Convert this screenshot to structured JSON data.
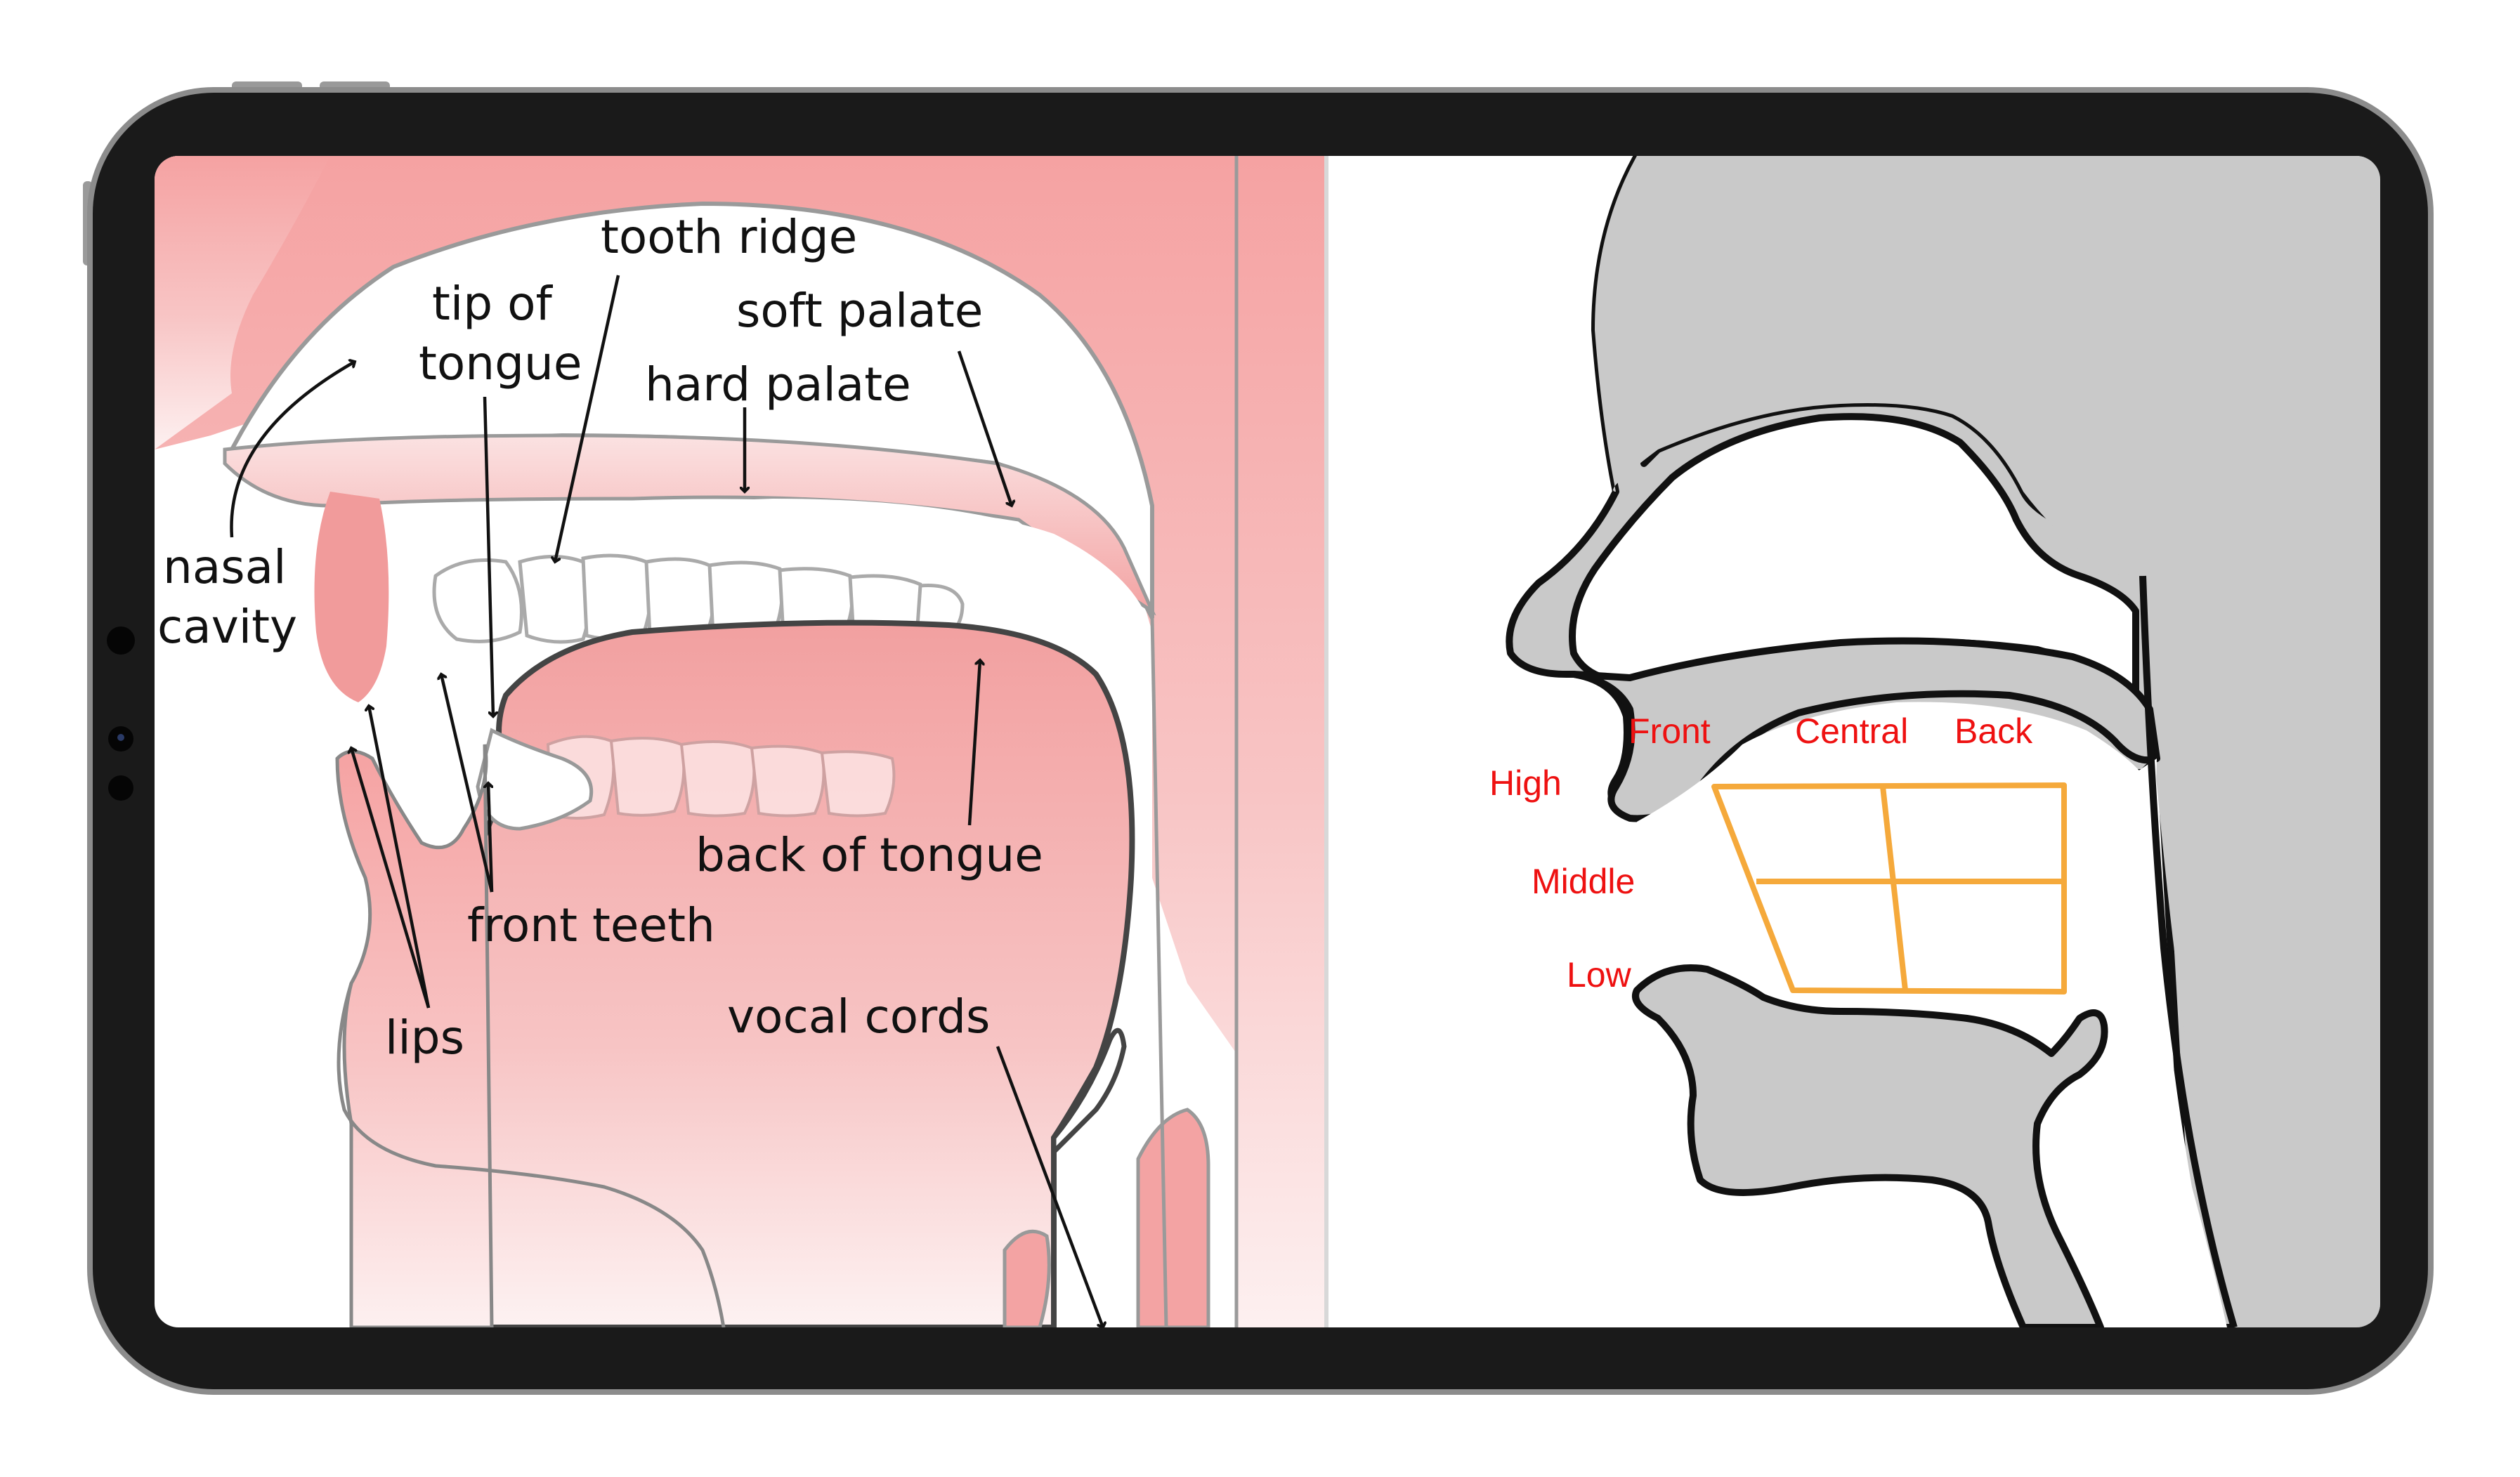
{
  "colors": {
    "bezel": "#1a1a1a",
    "frame": "#8c8c8c",
    "screen_bg": "#ffffff",
    "flesh": "#f3a3a3",
    "flesh_light": "#fde8e8",
    "tooth": "#ffffff",
    "outline_gray": "#9a9a9a",
    "outline_dark": "#444444",
    "head_gray": "#c9c9c9",
    "grid_orange": "#f5a93b",
    "label_red": "#ee1111"
  },
  "left_diagram": {
    "labels": {
      "tooth_ridge": "tooth ridge",
      "tip_of": "tip of",
      "tongue": "tongue",
      "soft_palate": "soft palate",
      "hard_palate": "hard palate",
      "nasal": "nasal",
      "cavity": "cavity",
      "back_of_tongue": "back of tongue",
      "front_teeth": "front teeth",
      "lips": "lips",
      "vocal_cords": "vocal cords"
    }
  },
  "right_diagram": {
    "vowel_labels": {
      "front": "Front",
      "central": "Central",
      "back": "Back",
      "high": "High",
      "middle": "Middle",
      "low": "Low"
    }
  }
}
